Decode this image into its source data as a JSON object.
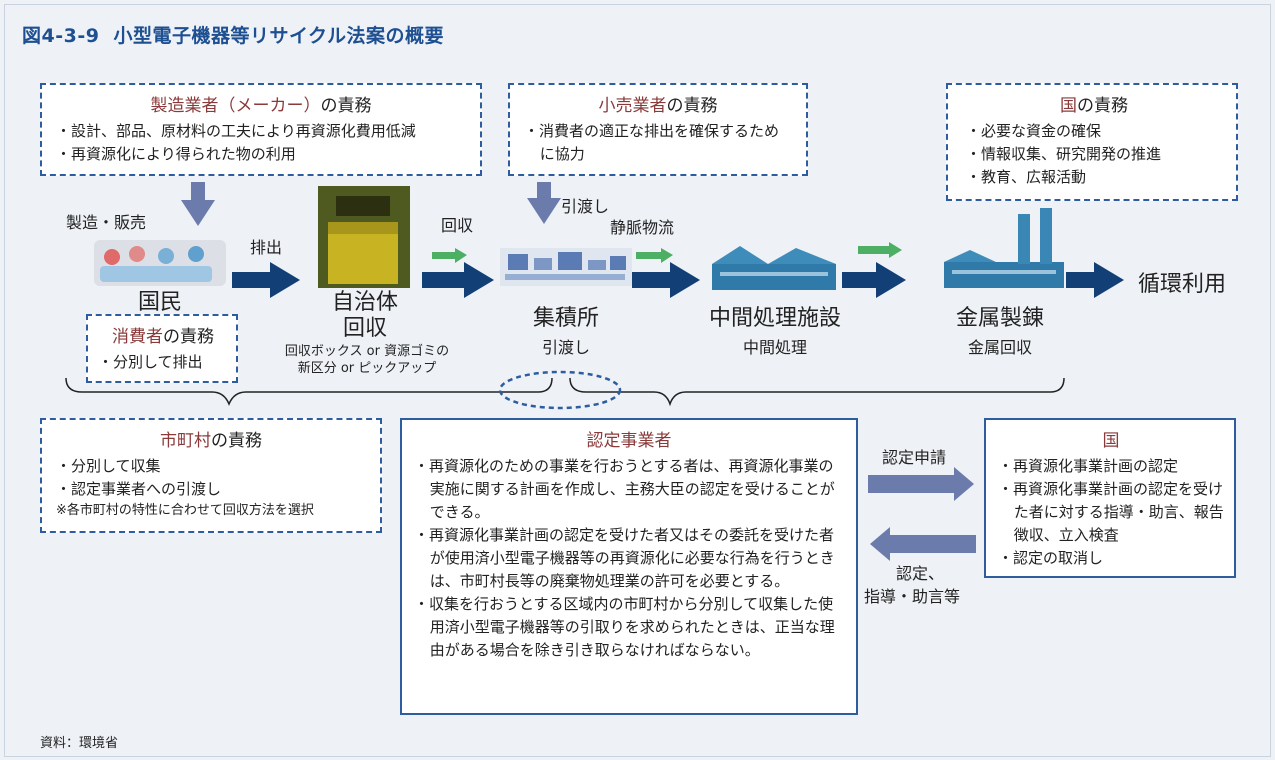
{
  "figure": {
    "number": "図4-3-9",
    "title": "小型電子機器等リサイクル法案の概要",
    "source": "資料：環境省"
  },
  "manufacturer_duty": {
    "head_accent": "製造業者（メーカー）",
    "head_suffix": "の責務",
    "items": [
      "・設計、部品、原材料の工夫により再資源化費用低減",
      "・再資源化により得られた物の利用"
    ]
  },
  "retailer_duty": {
    "head_accent": "小売業者",
    "head_suffix": "の責務",
    "items": [
      "・消費者の適正な排出を確保するために協力"
    ]
  },
  "state_duty": {
    "head_accent": "国",
    "head_suffix": "の責務",
    "items": [
      "・必要な資金の確保",
      "・情報収集、研究開発の推進",
      "・教育、広報活動"
    ]
  },
  "consumer_duty": {
    "head_accent": "消費者",
    "head_suffix": "の責務",
    "items": [
      "・分別して排出"
    ]
  },
  "municipality_duty": {
    "head_accent": "市町村",
    "head_suffix": "の責務",
    "items": [
      "・分別して収集",
      "・認定事業者への引渡し"
    ],
    "note": "※各市町村の特性に合わせて回収方法を選択"
  },
  "certified_operator": {
    "head": "認定事業者",
    "items": [
      "・再資源化のための事業を行おうとする者は、再資源化事業の実施に関する計画を作成し、主務大臣の認定を受けることができる。",
      "・再資源化事業計画の認定を受けた者又はその委託を受けた者が使用済小型電子機器等の再資源化に必要な行為を行うときは、市町村長等の廃棄物処理業の許可を必要とする。",
      "・収集を行おうとする区域内の市町村から分別して収集した使用済小型電子機器等の引取りを求められたときは、正当な理由がある場合を除き引き取らなければならない。"
    ]
  },
  "state_box": {
    "head": "国",
    "items": [
      "・再資源化事業計画の認定",
      "・再資源化事業計画の認定を受けた者に対する指導・助言、報告徴収、立入検査",
      "・認定の取消し"
    ]
  },
  "flow": {
    "manufacture_sale": "製造・販売",
    "discharge": "排出",
    "collection": "回収",
    "handover": "引渡し",
    "venous_logistics": "静脈物流",
    "recycle_use": "循環利用",
    "apply_certification": "認定申請",
    "certification_line1": "認定、",
    "certification_line2": "指導・助言等"
  },
  "stages": {
    "citizens": "国民",
    "municipality_line1": "自治体",
    "municipality_line2": "回収",
    "municipality_detail_line1": "回収ボックス or 資源ゴミの",
    "municipality_detail_line2": "新区分 or ピックアップ",
    "collection_point": "集積所",
    "collection_point_sub": "引渡し",
    "intermediate_facility": "中間処理施設",
    "intermediate_sub": "中間処理",
    "smelting": "金属製錬",
    "smelting_sub": "金属回収"
  },
  "colors": {
    "title": "#1d4f91",
    "arrow_dark": "#123f76",
    "arrow_down": "#6b7bab",
    "arrow_green": "#4caf63",
    "border": "#2d5d9f",
    "accent": "#8a3a3a",
    "background": "#eef2f7"
  }
}
